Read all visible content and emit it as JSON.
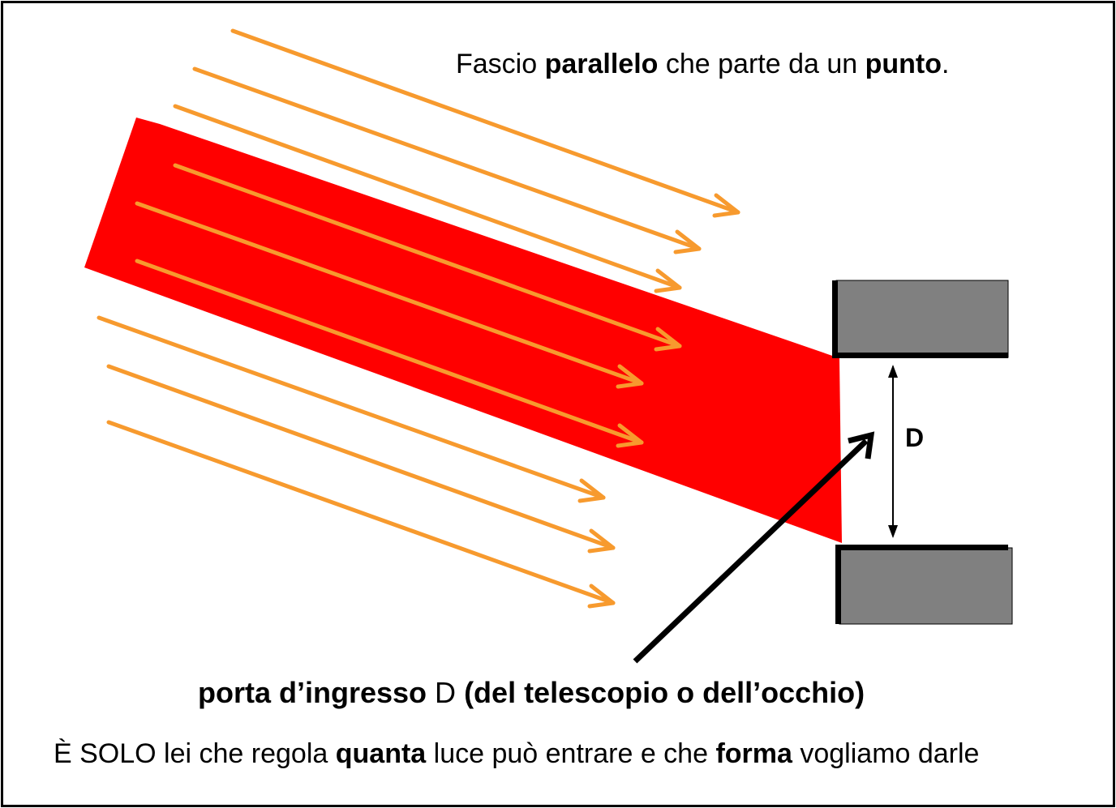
{
  "caption_top": {
    "part1": "Fascio ",
    "bold1": "parallelo",
    "part2": " che parte da un ",
    "bold2": "punto",
    "part3": "."
  },
  "label_d": "D",
  "caption_aperture": {
    "bold1": "porta d’ingresso",
    "part1": " D ",
    "bold2": "(del telescopio o dell’occhio)"
  },
  "caption_bottom": {
    "part1": "È SOLO lei che regola ",
    "bold1": "quanta",
    "part2": " luce può entrare e che ",
    "bold2": "forma",
    "part3": " vogliamo darle"
  },
  "colors": {
    "beam": "#ff0000",
    "rays": "#f79a2e",
    "aperture_blocks": "#808080",
    "pointer": "#000000"
  },
  "icons": {
    "rays": "arrow-icon",
    "pointer": "pointer-arrow-icon",
    "dimension": "double-arrow-icon"
  }
}
